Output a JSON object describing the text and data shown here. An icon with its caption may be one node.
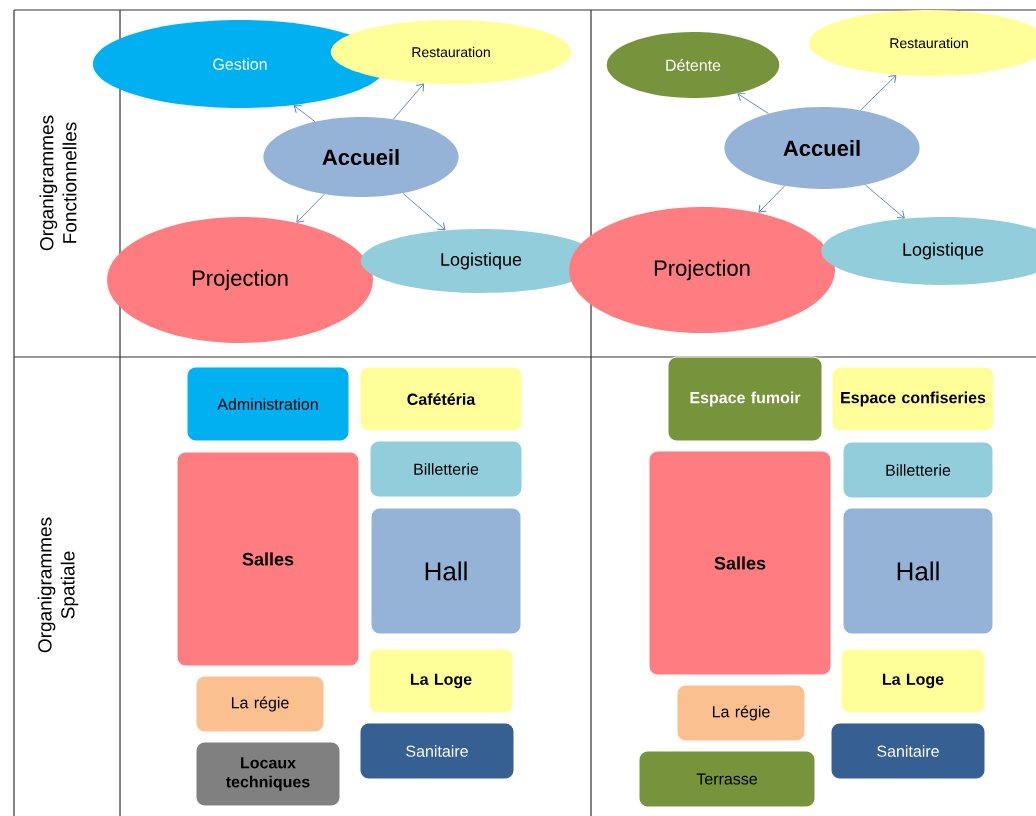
{
  "diagram": {
    "nodes": [
      {
        "text": [
          "Gestion"
        ]
      },
      {
        "text": [
          "Restauration"
        ]
      },
      {
        "text": [
          "Accueil"
        ]
      },
      {
        "text": [
          "Projection"
        ]
      },
      {
        "text": [
          "Logistique"
        ]
      },
      {
        "text": [
          "Détente"
        ]
      },
      {
        "text": [
          "Restauration"
        ]
      },
      {
        "text": [
          "Accueil"
        ]
      },
      {
        "text": [
          "Projection"
        ]
      },
      {
        "text": [
          "Logistique"
        ]
      },
      {
        "text": [
          "Administration"
        ]
      },
      {
        "text": [
          "Cafétéria"
        ]
      },
      {
        "text": [
          "Billetterie"
        ]
      },
      {
        "text": [
          "Salles"
        ]
      },
      {
        "text": [
          "Hall"
        ]
      },
      {
        "text": [
          "La Loge"
        ]
      },
      {
        "text": [
          "La régie"
        ]
      },
      {
        "text": [
          "Sanitaire"
        ]
      },
      {
        "text": [
          "Locaux techniques"
        ]
      },
      {
        "text": [
          "Espace fumoir"
        ]
      },
      {
        "text": [
          "Espace confiseries"
        ]
      },
      {
        "text": [
          "Billetterie"
        ]
      },
      {
        "text": [
          "Salles"
        ]
      },
      {
        "text": [
          "Hall"
        ]
      },
      {
        "text": [
          "La Loge"
        ]
      },
      {
        "text": [
          "La régie"
        ]
      },
      {
        "text": [
          "Sanitaire"
        ]
      },
      {
        "text": [
          "Terrasse"
        ]
      }
    ],
    "edges": [
      {
        "from": 2,
        "to": 0,
        "arrow": "to"
      },
      {
        "from": 2,
        "to": 1,
        "arrow": "to"
      },
      {
        "from": 2,
        "to": 3,
        "arrow": "to"
      },
      {
        "from": 2,
        "to": 4,
        "arrow": "to"
      },
      {
        "from": 7,
        "to": 5,
        "arrow": "to"
      },
      {
        "from": 7,
        "to": 6,
        "arrow": "to"
      },
      {
        "from": 7,
        "to": 8,
        "arrow": "to"
      },
      {
        "from": 7,
        "to": 9,
        "arrow": "to"
      }
    ],
    "labels": [
      "Organigrammes Fonctionnelles",
      "Organigrammes Spatiale"
    ]
  }
}
